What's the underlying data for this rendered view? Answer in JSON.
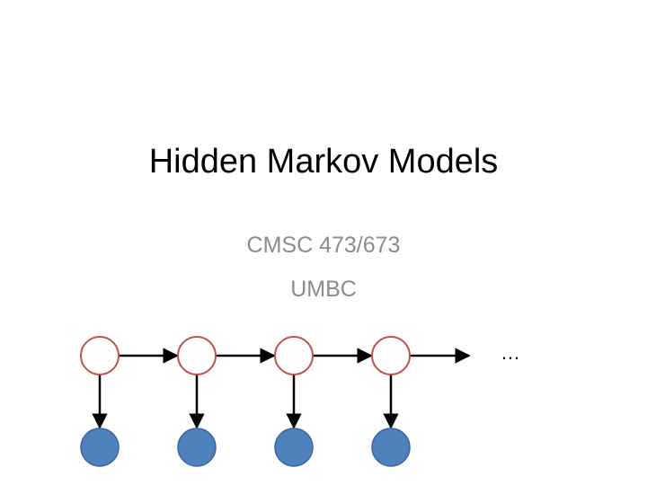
{
  "slide": {
    "title": "Hidden Markov Models",
    "subtitle_line1": "CMSC 473/673",
    "subtitle_line2": "UMBC",
    "continuation": "…"
  },
  "diagram": {
    "hidden_state_count": 4,
    "observed_node_count": 4,
    "colors": {
      "hidden_stroke": "#c0504d",
      "hidden_fill": "#ffffff",
      "observed_fill": "#4f81bd",
      "observed_stroke": "#3a66a0",
      "arrow": "#000000"
    }
  }
}
